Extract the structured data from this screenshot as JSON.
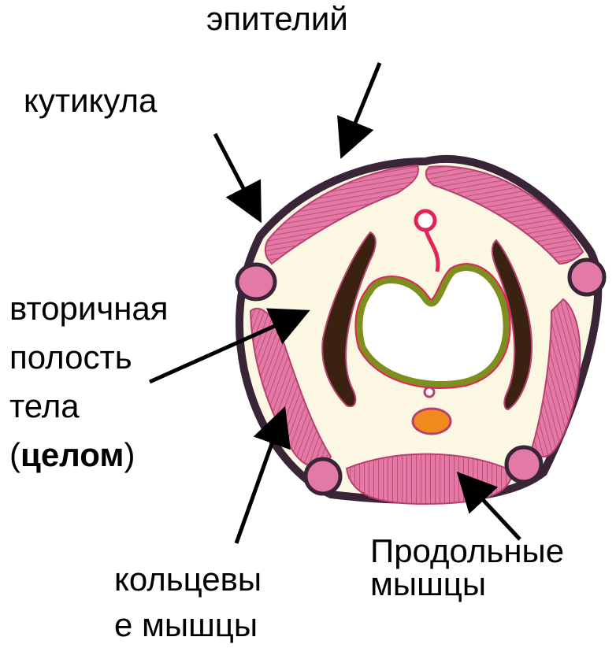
{
  "labels": {
    "epithelium": "эпителий",
    "cuticle": "кутикула",
    "coelom_l1": "вторичная",
    "coelom_l2": "полость",
    "coelom_l3": "тела",
    "coelom_open": "(",
    "coelom_bold": "целом",
    "coelom_close": ")",
    "circular_l1": "кольцевы",
    "circular_l2": "е мышцы",
    "longitudinal_l1": "Продольные",
    "longitudinal_l2": "мышцы"
  },
  "colors": {
    "cuticle": "#3a2438",
    "muscle": "#e37aa6",
    "muscle_dark": "#b8406f",
    "cavity": "#fbf7e2",
    "gut_green": "#7f8f1f",
    "gut_red": "#e0245a",
    "gonad": "#f08a1c",
    "excretory": "#3b2210"
  }
}
